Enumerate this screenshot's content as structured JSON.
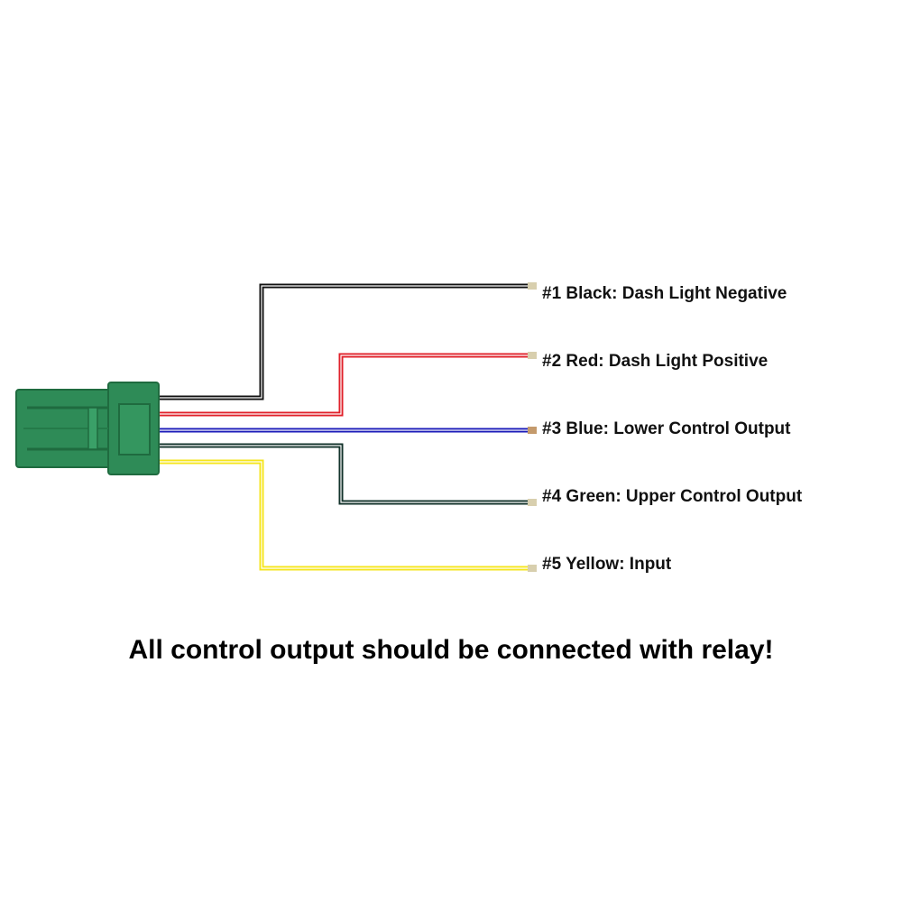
{
  "colors": {
    "connector": "#2e8b57",
    "connector_dark": "#1f6b3f",
    "background": "#ffffff",
    "text": "#111111"
  },
  "wires": [
    {
      "label": "#1 Black: Dash Light Negative",
      "color": "#111111"
    },
    {
      "label": "#2 Red: Dash Light Positive",
      "color": "#e0202a"
    },
    {
      "label": "#3 Blue: Lower Control Output",
      "color": "#1a1ab8"
    },
    {
      "label": "#4 Green: Upper Control Output",
      "color": "#12322a"
    },
    {
      "label": "#5 Yellow: Input",
      "color": "#f5e51c"
    }
  ],
  "notice": "All control output should be connected with relay!"
}
